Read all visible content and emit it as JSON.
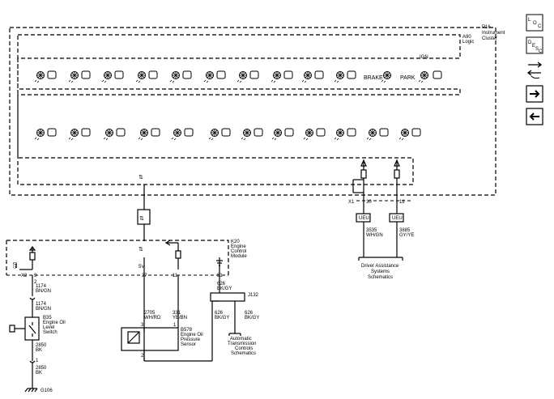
{
  "instrument_cluster": {
    "ref": "P16",
    "name_line1": "Instrument",
    "name_line2": "Cluster"
  },
  "logic": {
    "ref": "A90",
    "name": "Logic"
  },
  "ign_label": "IGN",
  "brake_label": "BRAKE",
  "park_label": "PARK",
  "ecm": {
    "ref": "K20",
    "line1": "Engine",
    "line2": "Control",
    "line3": "Module"
  },
  "ecm_5v": "5V",
  "pins": {
    "x2": "X2",
    "p9": "9",
    "p2": "2",
    "p27": "27",
    "p11": "11",
    "p51": "51",
    "x1": "X1",
    "p30": "30",
    "p12": "12"
  },
  "wires": {
    "w1174a_num": "1174",
    "w1174a_col": "BN/GN",
    "w1174b_num": "1174",
    "w1174b_col": "BN/GN",
    "w2850a_num": "2850",
    "w2850a_col": "BK",
    "w2850b_num": "2850",
    "w2850b_col": "BK",
    "w2705_num": "2705",
    "w2705_col": "WH/RD",
    "w331_num": "331",
    "w331_col": "YE/BN",
    "w626a_num": "626",
    "w626a_col": "BK/GY",
    "w626b_num": "626",
    "w626b_col": "BK/GY",
    "w3535_num": "3535",
    "w3535_col": "WH/GN",
    "w3885_num": "3885",
    "w3885_col": "GY/YE"
  },
  "b35": {
    "ref": "B35",
    "line1": "Engine Oil",
    "line2": "Level",
    "line3": "Switch",
    "pin1": "1"
  },
  "b578": {
    "ref": "B578",
    "line1": "Engine Oil",
    "line2": "Pressure",
    "line3": "Sensor",
    "pin3": "3",
    "pin1": "1",
    "pin2": "2"
  },
  "splice_1": "1",
  "j132": "J132",
  "g106": "G106",
  "ueu_label": "UEU",
  "das": {
    "line1": "Driver Assistance",
    "line2": "Systems",
    "line3": "Schematics"
  },
  "atc": {
    "line1": "Automatic",
    "line2": "Transmission",
    "line3": "Controls",
    "line4": "Schematics"
  },
  "nav": {
    "loc_top": "L",
    "loc_sub": "O",
    "loc_c": "C",
    "desc_top": "D",
    "desc_e": "E",
    "desc_sc": "S",
    "desc_c": "C"
  }
}
